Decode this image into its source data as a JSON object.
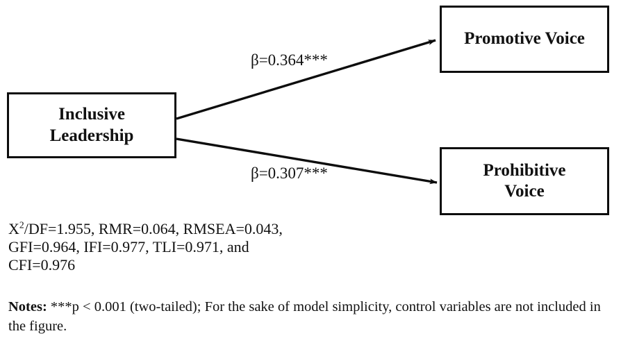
{
  "figure": {
    "type": "path-diagram",
    "nodes": [
      {
        "id": "inclusive-leadership",
        "label": "Inclusive\nLeadership",
        "line1": "Inclusive",
        "line2": "Leadership",
        "role": "predictor"
      },
      {
        "id": "promotive-voice",
        "label": "Promotive Voice",
        "line1": "Promotive Voice",
        "line2": "",
        "role": "outcome"
      },
      {
        "id": "prohibitive-voice",
        "label": "Prohibitive Voice",
        "line1": "Prohibitive",
        "line2": "Voice",
        "role": "outcome"
      }
    ],
    "paths": [
      {
        "id": "il-to-promotive",
        "from": "inclusive-leadership",
        "to": "promotive-voice",
        "symbol": "β",
        "equals": "=",
        "coefficient": "0.364",
        "significance": "***",
        "label": "β=0.364***"
      },
      {
        "id": "il-to-prohibitive",
        "from": "inclusive-leadership",
        "to": "prohibitive-voice",
        "symbol": "β",
        "equals": "=",
        "coefficient": "0.307",
        "significance": "***",
        "label": "β=0.307***"
      }
    ],
    "fit_indices": {
      "lines": [
        "X²/DF=1.955, RMR=0.064, RMSEA=0.043,",
        "GFI=0.964, IFI=0.977, TLI=0.971, and",
        "CFI=0.976"
      ],
      "line1_prefix": "X",
      "line1_superscript": "2",
      "line1_rest": "/DF=1.955, RMR=0.064, RMSEA=0.043,",
      "line2": "GFI=0.964, IFI=0.977, TLI=0.971, and",
      "line3": "CFI=0.976",
      "values": {
        "X2/DF": "1.955",
        "RMR": "0.064",
        "RMSEA": "0.043",
        "GFI": "0.964",
        "IFI": "0.977",
        "TLI": "0.971",
        "CFI": "0.976"
      }
    },
    "notes": {
      "label": "Notes:",
      "text": " ***p < 0.001 (two-tailed); For the sake of model simplicity, control variables are not included in the figure."
    },
    "colors": {
      "stroke": "#0d0d0d",
      "text": "#111111",
      "background": "#ffffff"
    }
  }
}
